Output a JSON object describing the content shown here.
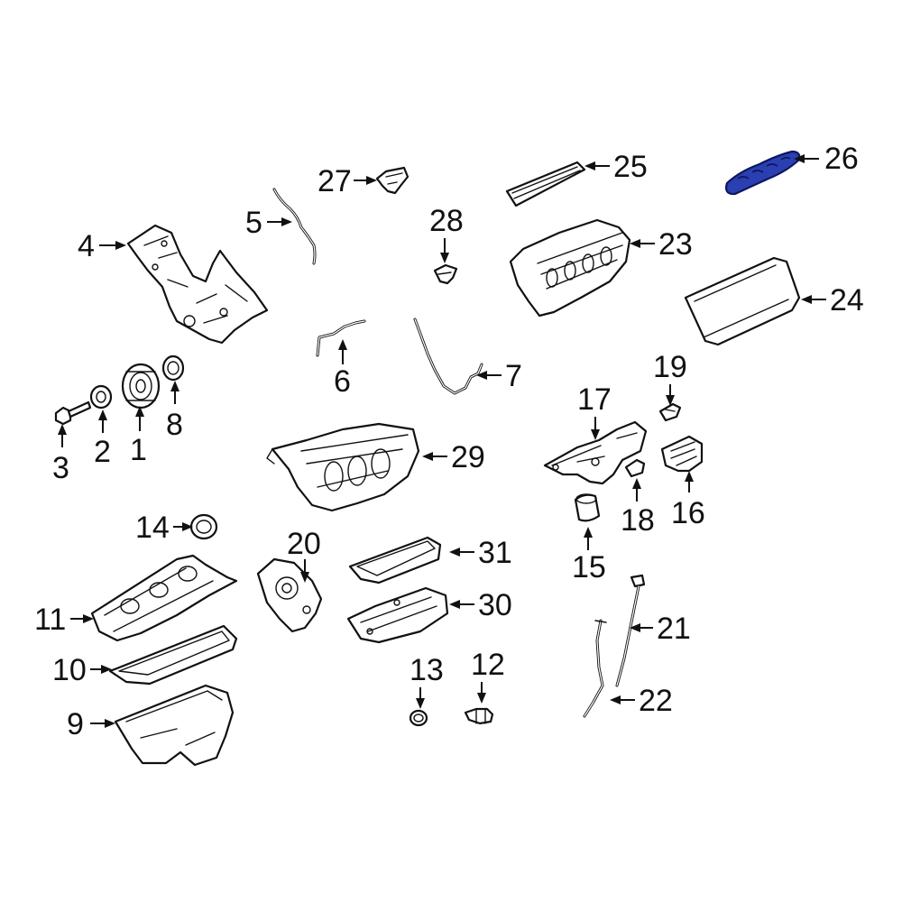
{
  "diagram": {
    "highlight_color": "#2a3fb0",
    "highlighted_part": "26",
    "callouts": [
      "1",
      "2",
      "3",
      "4",
      "5",
      "6",
      "7",
      "8",
      "9",
      "10",
      "11",
      "12",
      "13",
      "14",
      "15",
      "16",
      "17",
      "18",
      "19",
      "20",
      "21",
      "22",
      "23",
      "24",
      "25",
      "26",
      "27",
      "28",
      "29",
      "30",
      "31"
    ]
  }
}
